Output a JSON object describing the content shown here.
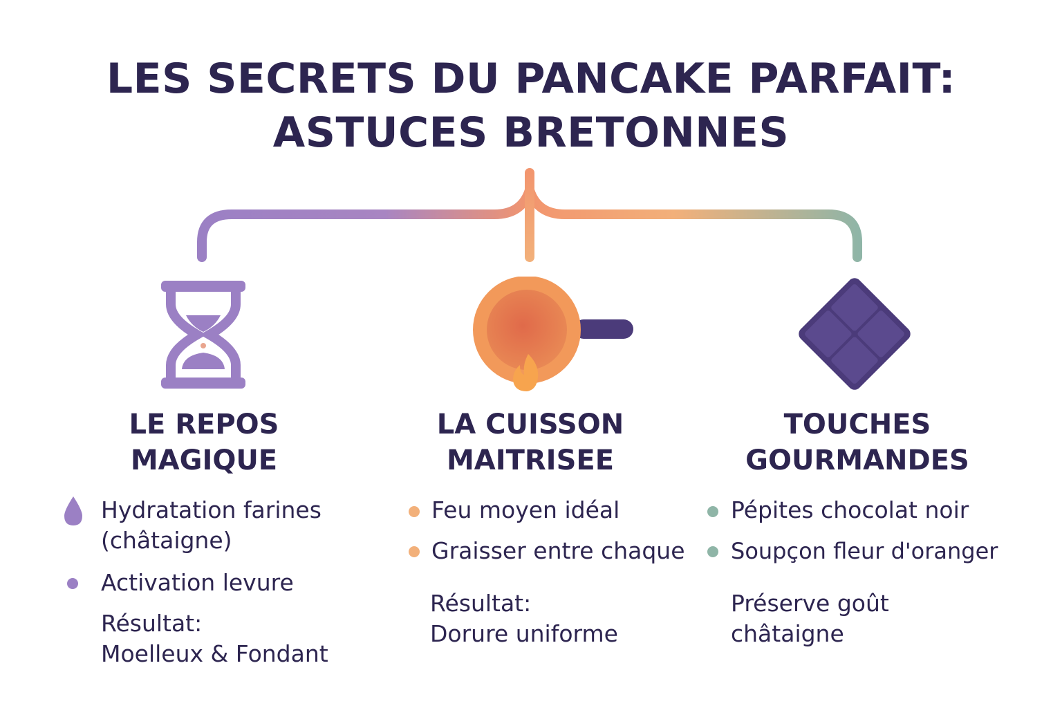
{
  "title": {
    "line1": "LES SECRETS DU PANCAKE PARFAIT:",
    "line2": "ASTUCES BRETONNES"
  },
  "colors": {
    "text": "#2d2550",
    "purple": "#9b80c4",
    "orange": "#f2a45e",
    "sage": "#8fb5a7",
    "dark_purple": "#4b3b7a"
  },
  "columns": [
    {
      "icon": "hourglass-icon",
      "title_line1": "LE REPOS",
      "title_line2": "MAGIQUE",
      "bullets": [
        {
          "icon": "water-drop-icon",
          "line1": "Hydratation farines",
          "line2": "(châtaigne)"
        },
        {
          "icon": "dot",
          "line1": "Activation levure"
        }
      ],
      "result_line1": "Résultat:",
      "result_line2": "Moelleux & Fondant"
    },
    {
      "icon": "frying-pan-flame-icon",
      "title_line1": "LA CUISSON",
      "title_line2": "MAITRISEE",
      "bullets": [
        {
          "icon": "dot",
          "line1": "Feu moyen idéal"
        },
        {
          "icon": "dot",
          "line1": "Graisser entre chaque"
        }
      ],
      "result_line1": "Résultat:",
      "result_line2": "Dorure uniforme"
    },
    {
      "icon": "chocolate-square-icon",
      "title_line1": "TOUCHES",
      "title_line2": "GOURMANDES",
      "bullets": [
        {
          "icon": "dot",
          "line1": "Pépites chocolat noir"
        },
        {
          "icon": "dot",
          "line1": "Soupçon fleur d'oranger"
        }
      ],
      "result_line1": "Préserve goût",
      "result_line2": "châtaigne"
    }
  ]
}
